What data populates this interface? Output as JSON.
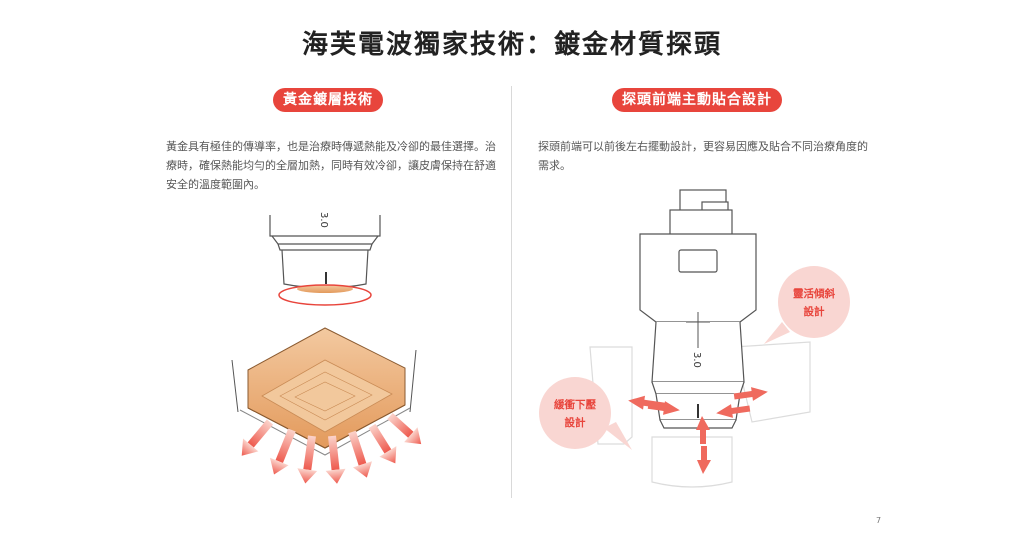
{
  "page": {
    "title": "海芙電波獨家技術：鍍金材質探頭",
    "page_number": "7"
  },
  "left": {
    "pill": "黃金鍍層技術",
    "paragraph": "黃金具有極佳的傳導率，也是治療時傳遞熱能及冷卻的最佳選擇。治療時，確保熱能均勻的全層加熱，同時有效冷卻，讓皮膚保持在舒適安全的溫度範圍內。",
    "probe_label": "3.0"
  },
  "right": {
    "pill": "探頭前端主動貼合設計",
    "paragraph": "探頭前端可以前後左右擺動設計，更容易因應及貼合不同治療角度的需求。",
    "probe_label": "3.0",
    "bubble_tilt": [
      "靈活傾斜",
      "設計"
    ],
    "bubble_buffer": [
      "緩衝下壓",
      "設計"
    ]
  },
  "colors": {
    "accent_red": "#e8453c",
    "bubble_pink": "#f9d6d2",
    "gold": "#e6a66a"
  }
}
